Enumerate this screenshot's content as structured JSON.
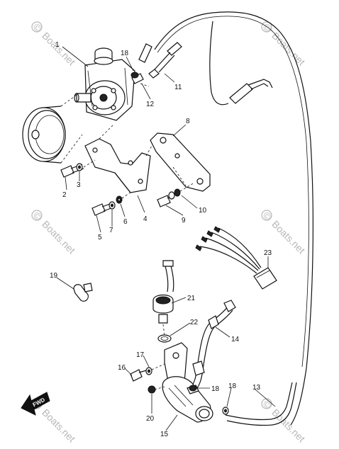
{
  "labels": {
    "l1": "1",
    "l2": "2",
    "l3": "3",
    "l4": "4",
    "l5": "5",
    "l6": "6",
    "l7": "7",
    "l8": "8",
    "l9": "9",
    "l10": "10",
    "l11": "11",
    "l12": "12",
    "l13": "13",
    "l14": "14",
    "l15": "15",
    "l16": "16",
    "l17": "17",
    "l18a": "18",
    "l18b": "18",
    "l18c": "18",
    "l19": "19",
    "l20": "20",
    "l21": "21",
    "l22": "22",
    "l23": "23"
  },
  "watermark": "Boats.net",
  "watermark_symbol": "©",
  "fwd_label": "FWD",
  "colors": {
    "ink": "#111111",
    "watermark": "#b8b8b8",
    "background": "#ffffff"
  }
}
